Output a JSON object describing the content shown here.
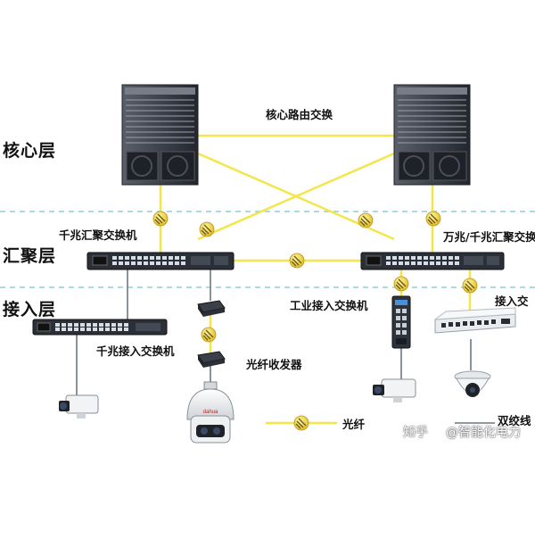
{
  "layers": {
    "core": "核心层",
    "aggregation": "汇聚层",
    "access": "接入层"
  },
  "devices": {
    "core_router": "核心路由交换",
    "gigabit_agg_switch": "千兆汇聚交换机",
    "tengig_agg_switch": "万兆/千兆汇聚交换",
    "industrial_access_switch": "工业接入交换机",
    "access_switch_right": "接入交",
    "gigabit_access_switch": "千兆接入交换机",
    "fiber_transceiver": "光纤收发器"
  },
  "legend": {
    "fiber": "光纤",
    "twisted_pair": "双绞线"
  },
  "watermark": {
    "platform": "知乎",
    "author": "@智能化电力"
  },
  "colors": {
    "fiber_line": "#f2e64a",
    "fiber_badge": "#e8c62a",
    "twisted_pair": "#6f7782",
    "layer_divider": "#8fd0d0",
    "device_dark": "#2e3440",
    "label_text": "#111111"
  }
}
